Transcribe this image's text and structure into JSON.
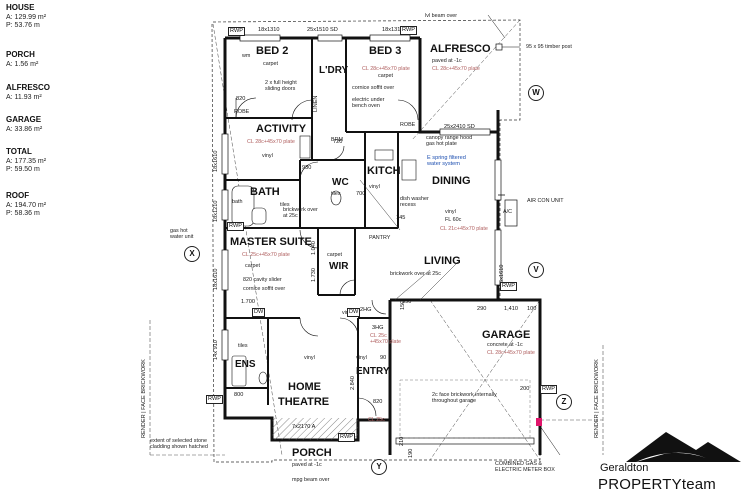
{
  "stats": [
    {
      "heading": "HOUSE",
      "lines": [
        "A: 129.99 m²",
        "P: 53.76 m"
      ]
    },
    {
      "heading": "PORCH",
      "lines": [
        "A: 1.56 m²"
      ]
    },
    {
      "heading": "ALFRESCO",
      "lines": [
        "A: 11.93 m²"
      ]
    },
    {
      "heading": "GARAGE",
      "lines": [
        "A: 33.86 m²"
      ]
    },
    {
      "heading": "TOTAL",
      "lines": [
        "A: 177.35 m²",
        "P: 59.50 m"
      ]
    },
    {
      "heading": "ROOF",
      "lines": [
        "A: 194.70 m²",
        "P: 58.36 m"
      ]
    }
  ],
  "rooms": {
    "bed2": "BED 2",
    "bed3": "BED 3",
    "ldry": "L'DRY",
    "alfresco": "ALFRESCO",
    "activity": "ACTIVITY",
    "kitch": "KITCH",
    "dining": "DINING",
    "bath": "BATH",
    "wc": "WC",
    "master": "MASTER SUITE",
    "wir": "WIR",
    "living": "LIVING",
    "garage": "GARAGE",
    "ens": "ENS",
    "entry": "ENTRY",
    "home1": "HOME",
    "home2": "THEATRE",
    "porch": "PORCH"
  },
  "notes": {
    "carpet": "carpet",
    "slider": "2 x full height\nsliding doors",
    "vinyl": "vinyl",
    "tiles": "tiles",
    "bath": "bath",
    "cornice": "cornice soffit over",
    "under_bench": "electric under\nbench oven",
    "alfresco_paved": "paved at -1c",
    "range_hood": "canopy range hood\ngas hot plate",
    "dishwasher": "dish washer\nrecess",
    "fl": "FL 60c",
    "brickwork_25": "brickwork over\nat 25c",
    "cavity_slider": "820 cavity slider",
    "brickwork_living": "brickwork over at 25c",
    "garage_concrete": "concrete at -1c",
    "face_brick": "2c face brickwork internally\nthroughout garage",
    "porch_paved": "paved at -1c",
    "mpg_beam": "mpg beam over",
    "stone": "extent of selected stone\ncladding shown hatched",
    "hot_water": "gas hot\nwater unit",
    "timber_post": "95 x 95 timber post",
    "lvl_beam": "lvl beam over",
    "aircon": "AIR CON UNIT",
    "meter": "COMBINED GAS &\nELECTRIC METER BOX",
    "render_face": "RENDER  |  FACE BRICKWORK",
    "wm": "wm",
    "linen": "LINEN",
    "pantry": "PANTRY",
    "brm": "BRM",
    "robe": "ROBE",
    "ac": "A/C",
    "dw": "DW"
  },
  "specs": {
    "alf": "CL 28c+45x70 plate",
    "bed3": "CL 28c+45x70 plate",
    "act": "CL 28c+45x70 plate",
    "dining": "CL 21c+45x70 plate",
    "master": "CL 25c+45x70 plate",
    "garage": "CL 28c+45x70 plate",
    "entry": "CL 25c\n+45x70 plate",
    "porch": "CL 25c"
  },
  "blue": {
    "filtered": "E spring filtered\nwater system"
  },
  "dims": {
    "d1": "18x1310",
    "d2": "25x1510 SD",
    "d3": "18x1310",
    "d4": "25x2410 SD",
    "d5": "18x1610",
    "d6": "18x1210",
    "d7": "18x1610",
    "d8": "14x 910",
    "d9": "25x1610",
    "d10": "7x2170 A",
    "d11": "1.700",
    "d12": "1,410",
    "d13": "100",
    "d14": "290",
    "d15": "930",
    "d16": "820",
    "d17": "720",
    "d18": "700",
    "d19": "1.040",
    "d20": "1.730",
    "d21": "2HG",
    "d22": "145",
    "d23": "390",
    "d24": "3HG",
    "d25": "800",
    "d26": "820",
    "d27": "2.840",
    "d28": "150",
    "d29": "200",
    "d30": "210",
    "d31": "190",
    "d32": "90"
  },
  "boxes": {
    "rwp": "RWP",
    "dw": "DW"
  },
  "circles": {
    "w": "W",
    "x": "X",
    "v": "V",
    "y": "Y",
    "z": "Z"
  },
  "logo": {
    "line1": "Geraldton",
    "line2": "PROPERTYteam"
  }
}
